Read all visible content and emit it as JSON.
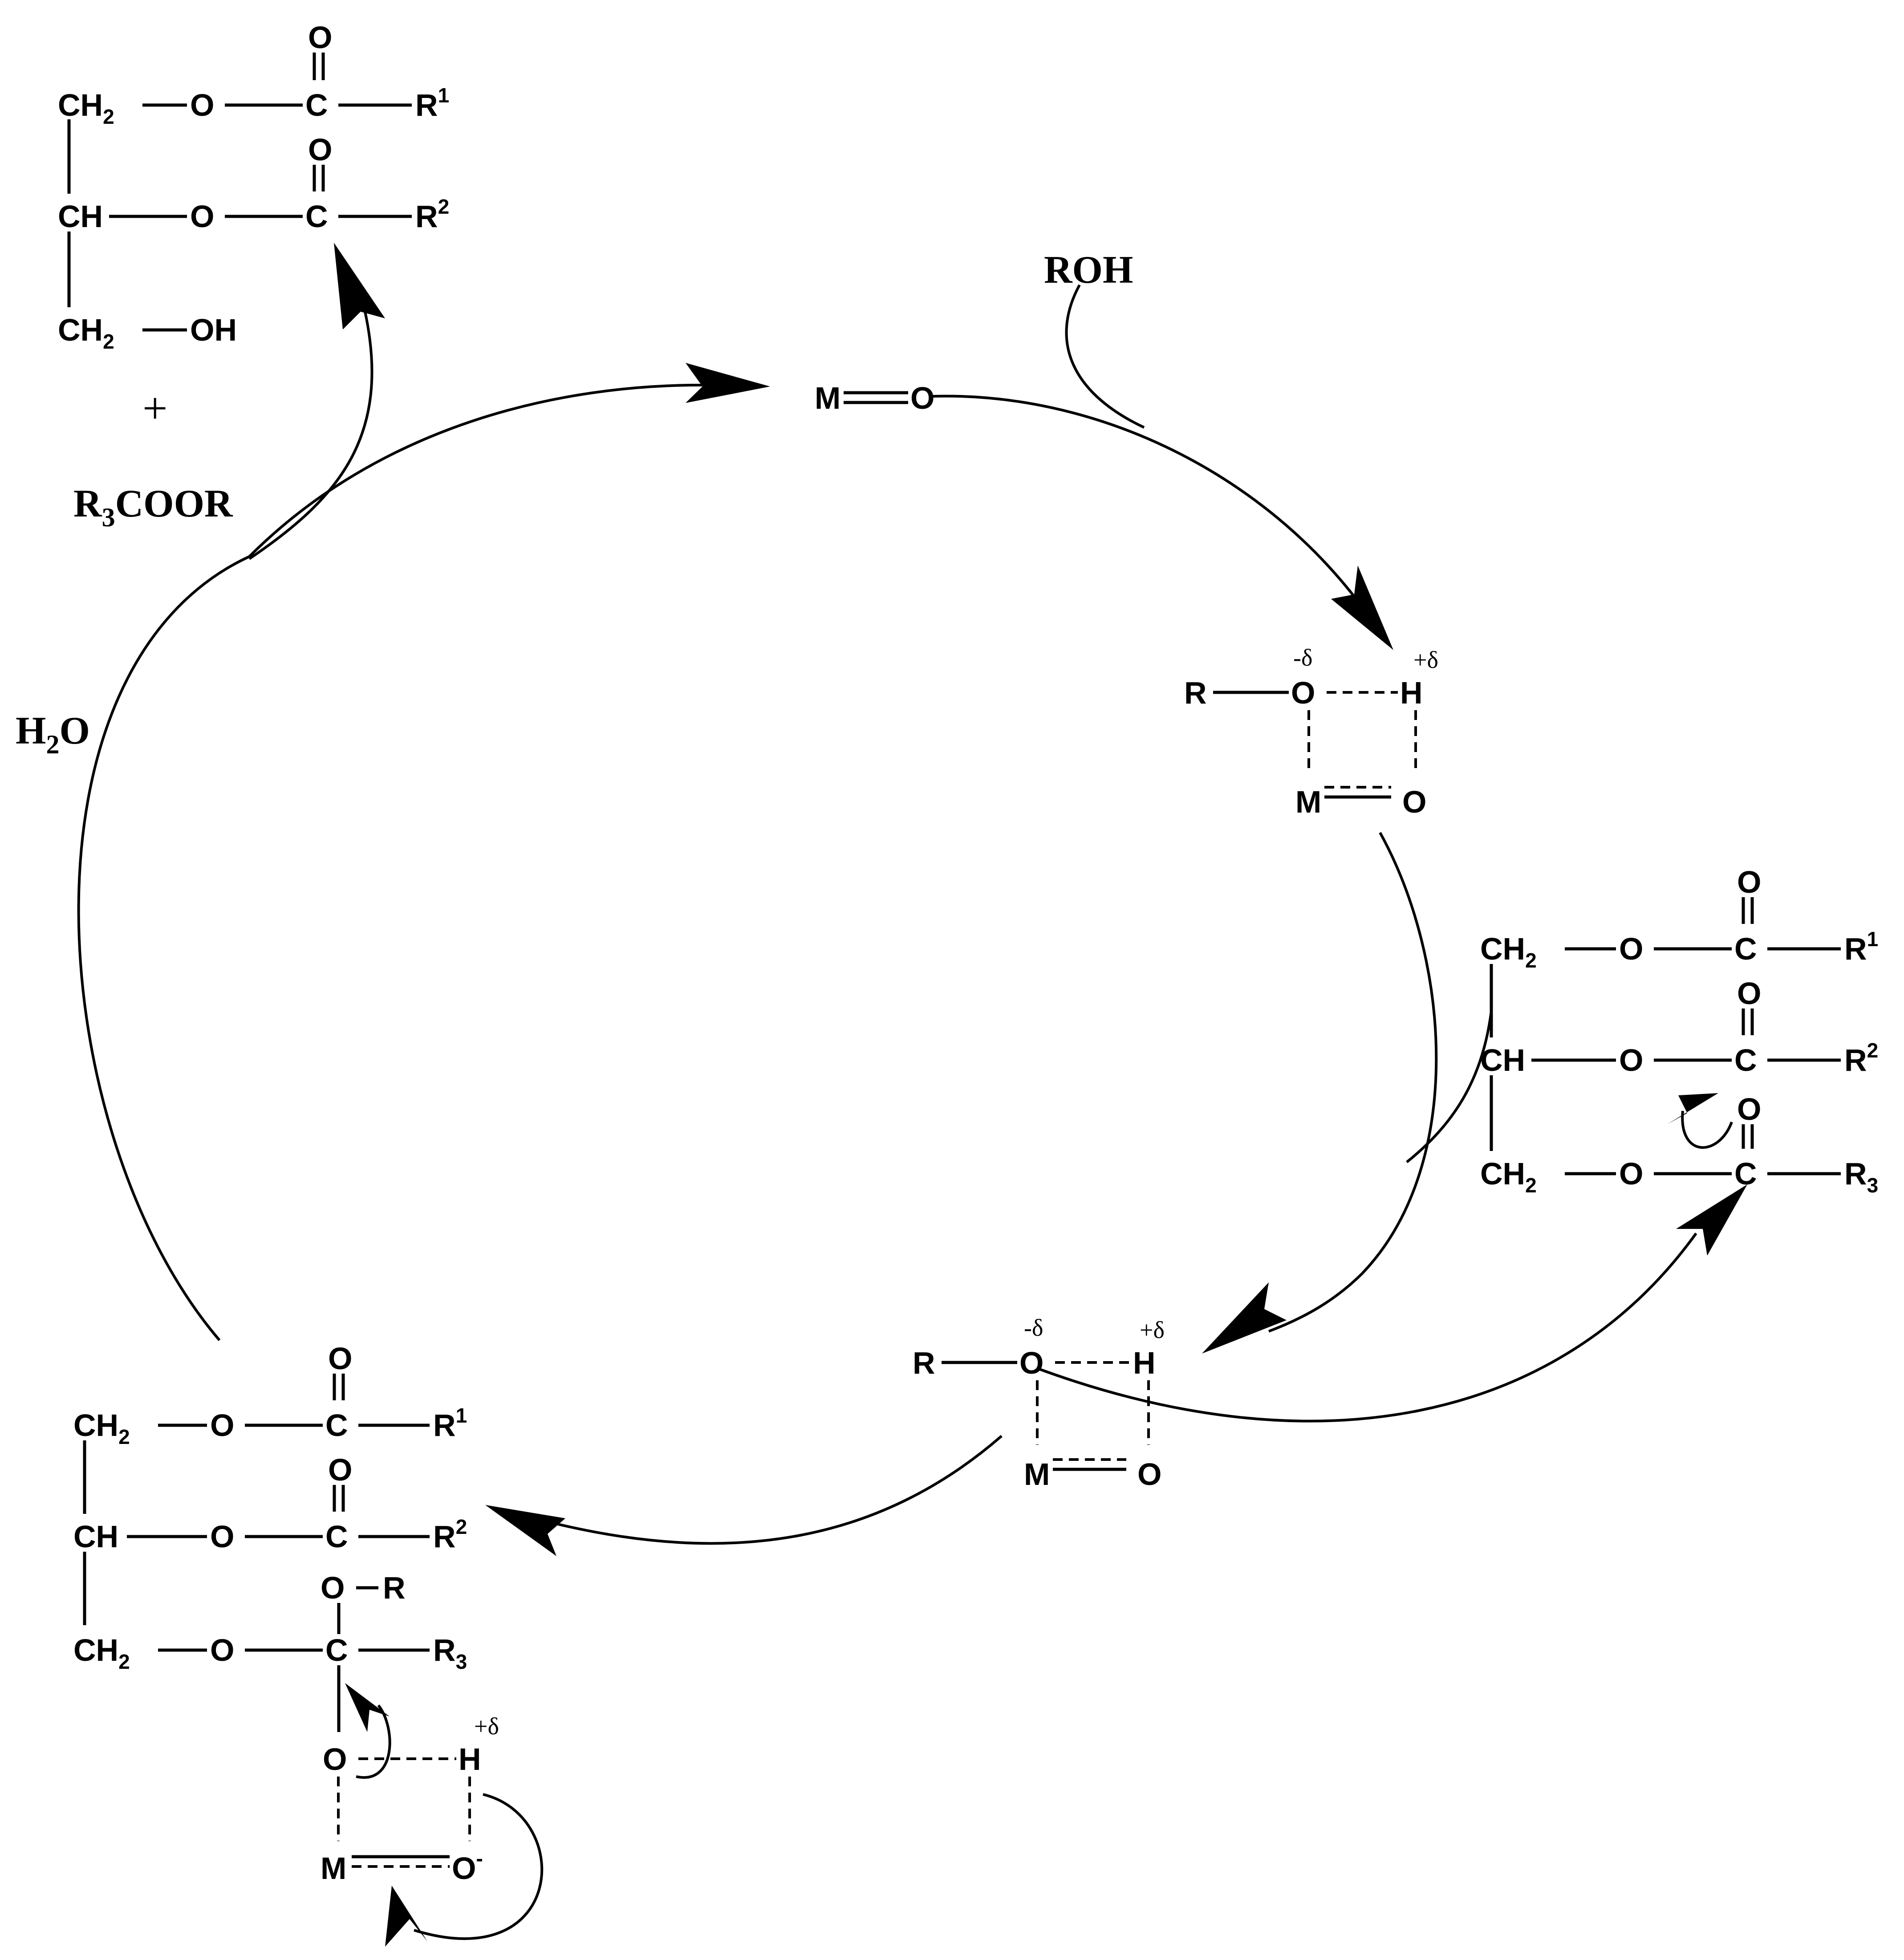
{
  "labels": {
    "ch2": "CH",
    "ch": "CH",
    "sub2": "2",
    "o": "O",
    "c": "C",
    "m": "M",
    "r": "R",
    "h": "H",
    "oh": "OH",
    "r1": "R",
    "r1sup": "1",
    "r2": "R",
    "r2sup": "2",
    "r3": "R",
    "r3sub": "3",
    "o_minus_sup": "-",
    "plus": "+",
    "roh": "ROH",
    "r3coor_a": "R",
    "r3coor_sub": "3",
    "r3coor_b": "COOR",
    "h2o_a": "H",
    "h2o_sub": "2",
    "h2o_b": "O",
    "neg_delta": "-δ",
    "pos_delta": "+δ"
  },
  "colors": {
    "ink": "#000000",
    "background": "#ffffff"
  }
}
